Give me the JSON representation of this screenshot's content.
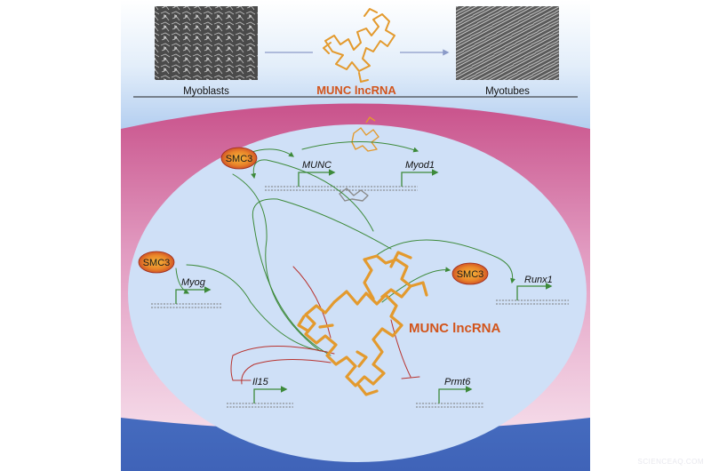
{
  "header": {
    "left_caption": "Myoblasts",
    "right_caption": "Myotubes",
    "title": "MUNC lncRNA"
  },
  "nucleus": {
    "protein_label": "SMC3",
    "center_label": "MUNC lncRNA",
    "genes": {
      "munc": "MUNC",
      "myod1": "Myod1",
      "myog": "Myog",
      "runx1": "Runx1",
      "il15": "Il15",
      "prmt6": "Prmt6"
    }
  },
  "watermark": "SCIENCEAQ.COM",
  "colors": {
    "rna": "#e39a2e",
    "activation": "#3d8a3a",
    "repression": "#b8332f",
    "smc3_fill": "#e0732a",
    "title": "#d2541b"
  }
}
